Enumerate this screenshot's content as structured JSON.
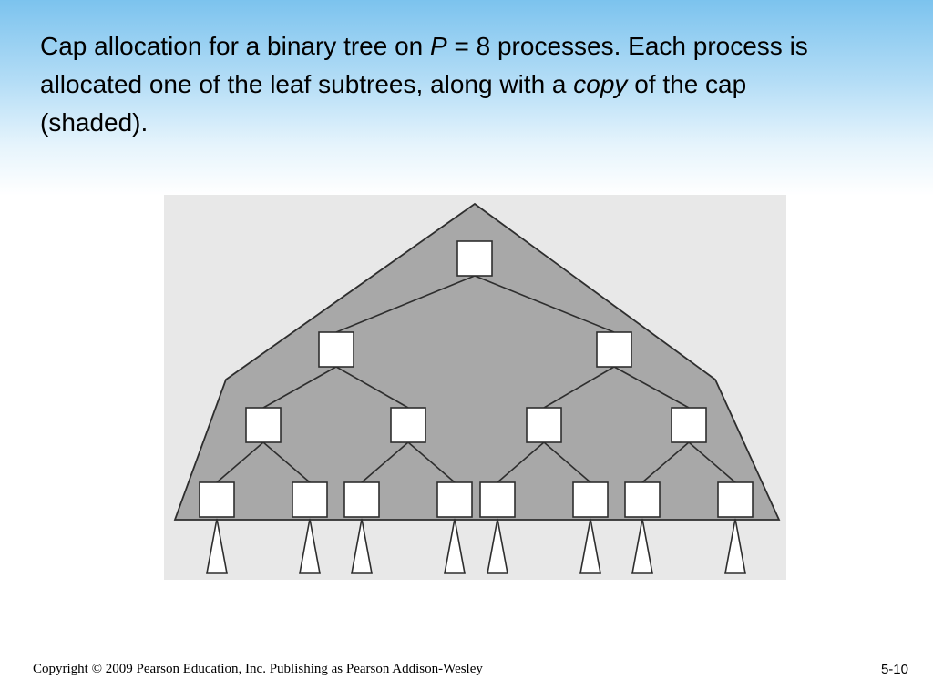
{
  "slide": {
    "title": {
      "part1": "Cap allocation for a binary tree on ",
      "var_p": "P",
      "part2": " = 8 processes. Each process is allocated one of the leaf subtrees, along with a ",
      "copy_word": "copy",
      "part3": " of the cap (shaded)."
    },
    "footer": {
      "copyright": "Copyright © 2009 Pearson Education, Inc. Publishing as Pearson Addison-Wesley",
      "page_number": "5-10"
    }
  },
  "colors": {
    "cap_fill": "#a8a8a8",
    "panel_bg": "#e8e8e8",
    "node_fill": "#ffffff",
    "stroke": "#2e2e2e"
  },
  "diagram": {
    "tree_levels": 4,
    "leaf_subtrees": 8
  }
}
